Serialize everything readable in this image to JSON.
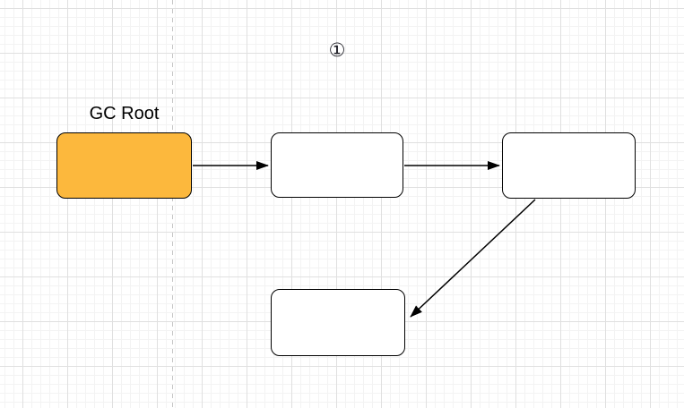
{
  "diagram": {
    "annotation": {
      "circled_number": "①"
    },
    "nodes": [
      {
        "id": "gc-root",
        "label": "GC Root",
        "fill": "#FCB83D",
        "stroke": "#000000"
      },
      {
        "id": "node-2",
        "label": "",
        "fill": "#FFFFFF",
        "stroke": "#000000"
      },
      {
        "id": "node-3",
        "label": "",
        "fill": "#FFFFFF",
        "stroke": "#000000"
      },
      {
        "id": "node-4",
        "label": "",
        "fill": "#FFFFFF",
        "stroke": "#000000"
      }
    ],
    "edges": [
      {
        "from": "gc-root",
        "to": "node-2",
        "direction": "right"
      },
      {
        "from": "node-2",
        "to": "node-3",
        "direction": "right"
      },
      {
        "from": "node-3",
        "to": "node-4",
        "direction": "down-left"
      }
    ],
    "colors": {
      "background": "#FFFFFF",
      "grid_minor": "#F3F3F3",
      "grid_major": "#E0E0E0",
      "page_guide": "#C6C6C6",
      "highlight_fill": "#FCB83D",
      "arrow": "#000000"
    }
  }
}
